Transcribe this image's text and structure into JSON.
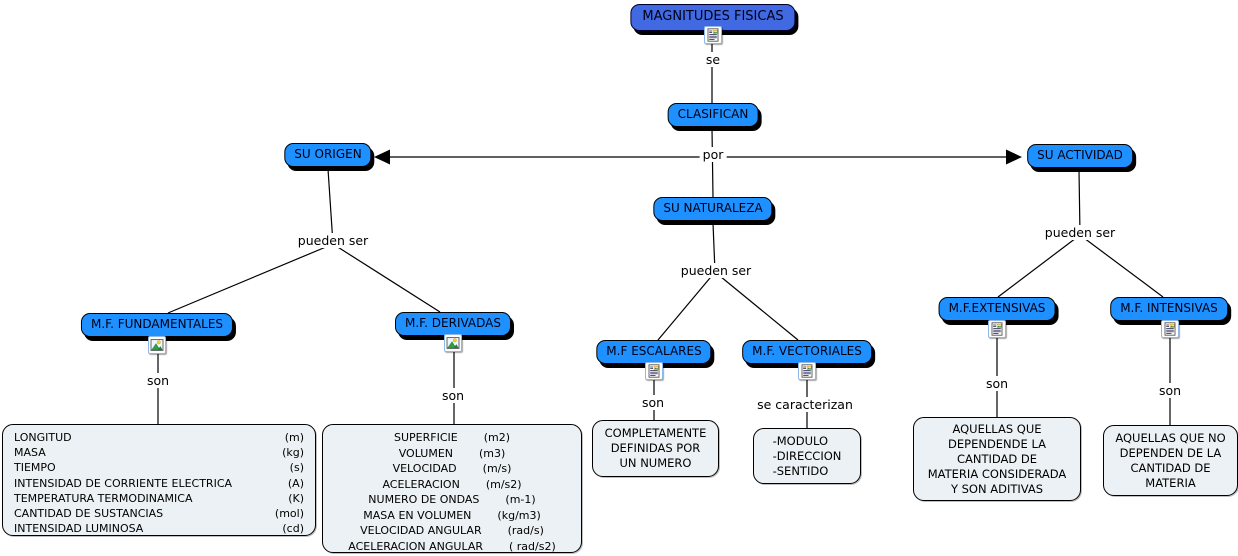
{
  "colors": {
    "node_blue": "#1E90FF",
    "root_blue": "#4169E1",
    "detail_bg": "#EBF1F4",
    "line": "#000000"
  },
  "nodes": {
    "root": {
      "label": "MAGNITUDES FISICAS",
      "icon": "document-icon"
    },
    "clasifican": {
      "label": "CLASIFICAN"
    },
    "su_origen": {
      "label": "SU ORIGEN"
    },
    "su_naturaleza": {
      "label": "SU NATURALEZA"
    },
    "su_actividad": {
      "label": "SU ACTIVIDAD"
    },
    "fundamentales": {
      "label": "M.F. FUNDAMENTALES",
      "icon": "picture-icon"
    },
    "derivadas": {
      "label": "M.F. DERIVADAS",
      "icon": "picture-icon"
    },
    "escalares": {
      "label": "M.F ESCALARES",
      "icon": "document-icon"
    },
    "vectoriales": {
      "label": "M.F. VECTORIALES",
      "icon": "document-icon"
    },
    "extensivas": {
      "label": "M.F.EXTENSIVAS",
      "icon": "document-icon"
    },
    "intensivas": {
      "label": "M.F. INTENSIVAS",
      "icon": "document-icon"
    }
  },
  "links": {
    "se": "se",
    "por": "por",
    "pueden_ser_origen": "pueden ser",
    "pueden_ser_naturaleza": "pueden ser",
    "pueden_ser_actividad": "pueden ser",
    "son_fundamentales": "son",
    "son_derivadas": "son",
    "son_escalares": "son",
    "se_caracterizan": "se caracterizan",
    "son_extensivas": "son",
    "son_intensivas": "son"
  },
  "detail_boxes": {
    "fundamentales_list": {
      "rows": [
        {
          "name": "LONGITUD",
          "unit": "(m)"
        },
        {
          "name": "MASA",
          "unit": "(kg)"
        },
        {
          "name": "TIEMPO",
          "unit": "(s)"
        },
        {
          "name": "INTENSIDAD DE CORRIENTE ELECTRICA",
          "unit": "(A)"
        },
        {
          "name": "TEMPERATURA TERMODINAMICA",
          "unit": "(K)"
        },
        {
          "name": "CANTIDAD DE SUSTANCIAS",
          "unit": "(mol)"
        },
        {
          "name": "INTENSIDAD LUMINOSA",
          "unit": "(cd)"
        }
      ]
    },
    "derivadas_list": {
      "rows": [
        {
          "name": "SUPERFICIE",
          "unit": "(m2)"
        },
        {
          "name": "VOLUMEN",
          "unit": "(m3)"
        },
        {
          "name": "VELOCIDAD",
          "unit": "(m/s)"
        },
        {
          "name": "ACELERACION",
          "unit": "(m/s2)"
        },
        {
          "name": "NUMERO DE ONDAS",
          "unit": "(m-1)"
        },
        {
          "name": "MASA EN VOLUMEN",
          "unit": "(kg/m3)"
        },
        {
          "name": "VELOCIDAD ANGULAR",
          "unit": "(rad/s)"
        },
        {
          "name": "ACELERACION ANGULAR",
          "unit": "( rad/s2)"
        }
      ]
    },
    "escalares_text": [
      "COMPLETAMENTE",
      "DEFINIDAS POR",
      "UN NUMERO"
    ],
    "vectoriales_items": [
      "-MODULO",
      "-DIRECCION",
      "-SENTIDO"
    ],
    "extensivas_text": [
      "AQUELLAS QUE",
      "DEPENDENDE LA",
      "CANTIDAD DE",
      "MATERIA CONSIDERADA",
      "Y SON ADITIVAS"
    ],
    "intensivas_text": [
      "AQUELLAS QUE NO",
      "DEPENDEN DE LA",
      "CANTIDAD DE",
      "MATERIA"
    ]
  }
}
